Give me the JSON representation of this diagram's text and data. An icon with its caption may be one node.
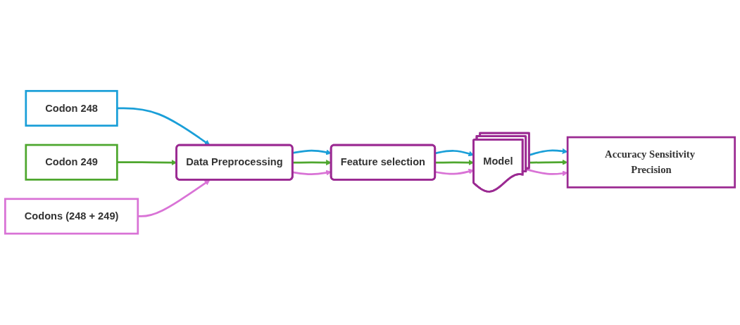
{
  "diagram": {
    "nodes": [
      {
        "text": [
          "Codon 248"
        ]
      },
      {
        "text": [
          "Codon 249"
        ]
      },
      {
        "text": [
          "Codons (248 + 249)"
        ]
      },
      {
        "text": [
          "Data Preprocessing"
        ]
      },
      {
        "text": [
          "Feature selection"
        ]
      },
      {
        "text": [
          "Model"
        ]
      },
      {
        "text": [
          "Accuracy Sensitivity Precision"
        ]
      }
    ],
    "edges": [
      {
        "from": 0,
        "to": 3,
        "arrow": "to",
        "color": "#1a9fd8"
      },
      {
        "from": 1,
        "to": 3,
        "arrow": "to",
        "color": "#4ea72e"
      },
      {
        "from": 2,
        "to": 3,
        "arrow": "to",
        "color": "#d973d6"
      },
      {
        "from": 3,
        "to": 4,
        "arrow": "to",
        "color": "#1a9fd8"
      },
      {
        "from": 3,
        "to": 4,
        "arrow": "to",
        "color": "#4ea72e"
      },
      {
        "from": 3,
        "to": 4,
        "arrow": "to",
        "color": "#d973d6"
      },
      {
        "from": 4,
        "to": 5,
        "arrow": "to",
        "color": "#1a9fd8"
      },
      {
        "from": 4,
        "to": 5,
        "arrow": "to",
        "color": "#4ea72e"
      },
      {
        "from": 4,
        "to": 5,
        "arrow": "to",
        "color": "#d973d6"
      },
      {
        "from": 5,
        "to": 6,
        "arrow": "to",
        "color": "#1a9fd8"
      },
      {
        "from": 5,
        "to": 6,
        "arrow": "to",
        "color": "#4ea72e"
      },
      {
        "from": 5,
        "to": 6,
        "arrow": "to",
        "color": "#d973d6"
      }
    ]
  }
}
